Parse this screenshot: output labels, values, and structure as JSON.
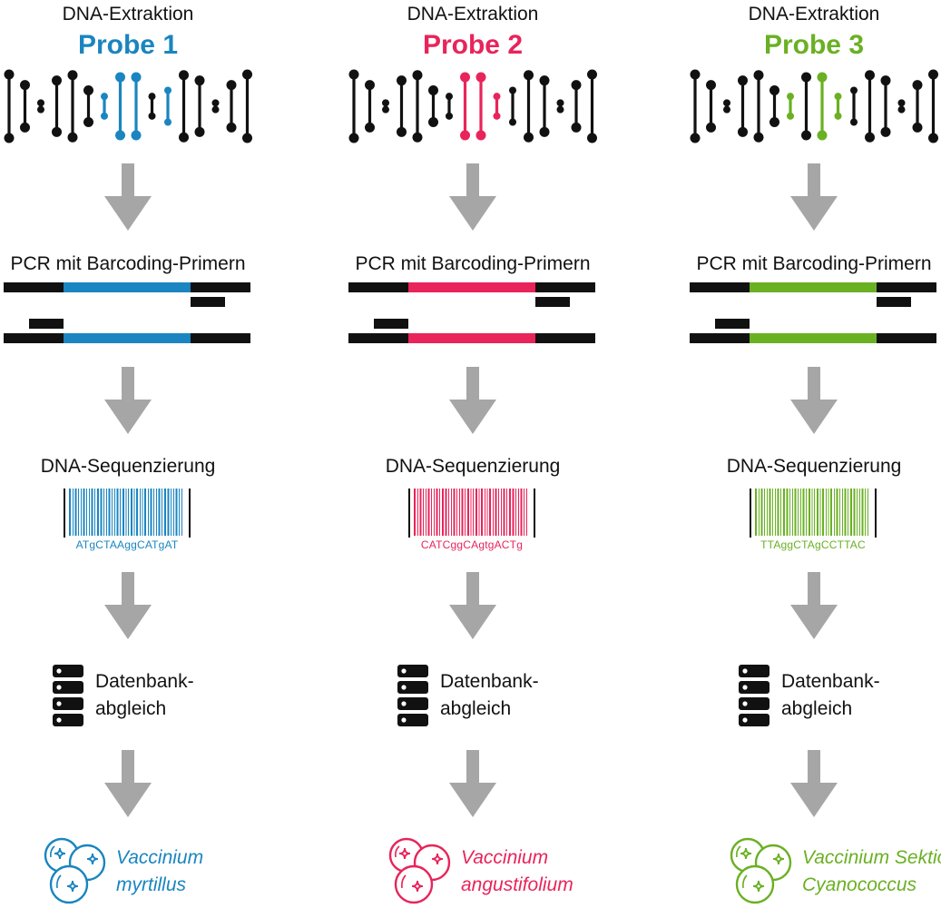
{
  "columns": [
    {
      "step_extract": "DNA-Extraktion",
      "sample": "Probe 1",
      "step_pcr": "PCR mit Barcoding-Primern",
      "step_seq": "DNA-Sequenzierung",
      "sequence": "ATgCTAAggCATgAT",
      "step_db_line1": "Datenbank-",
      "step_db_line2": "abgleich",
      "species_line1": "Vaccinium",
      "species_line2": "myrtillus",
      "color": "#1a85c0",
      "highlight_strands": [
        6,
        7,
        8,
        10
      ]
    },
    {
      "step_extract": "DNA-Extraktion",
      "sample": "Probe 2",
      "step_pcr": "PCR mit Barcoding-Primern",
      "step_seq": "DNA-Sequenzierung",
      "sequence": "CATCggCAgtgACTg",
      "step_db_line1": "Datenbank-",
      "step_db_line2": "abgleich",
      "species_line1": "Vaccinium",
      "species_line2": "angustifolium",
      "color": "#e8245a",
      "highlight_strands": [
        7,
        8,
        9
      ]
    },
    {
      "step_extract": "DNA-Extraktion",
      "sample": "Probe 3",
      "step_pcr": "PCR mit Barcoding-Primern",
      "step_seq": "DNA-Sequenzierung",
      "sequence": "TTAggCTAgCCTTAC",
      "step_db_line1": "Datenbank-",
      "step_db_line2": "abgleich",
      "species_line1": "Vaccinium Sektion",
      "species_line2": "Cyanococcus",
      "color": "#6ab023",
      "highlight_strands": [
        6,
        8,
        9
      ]
    }
  ],
  "colors": {
    "arrow": "#a6a6a6",
    "ink": "#111111"
  }
}
